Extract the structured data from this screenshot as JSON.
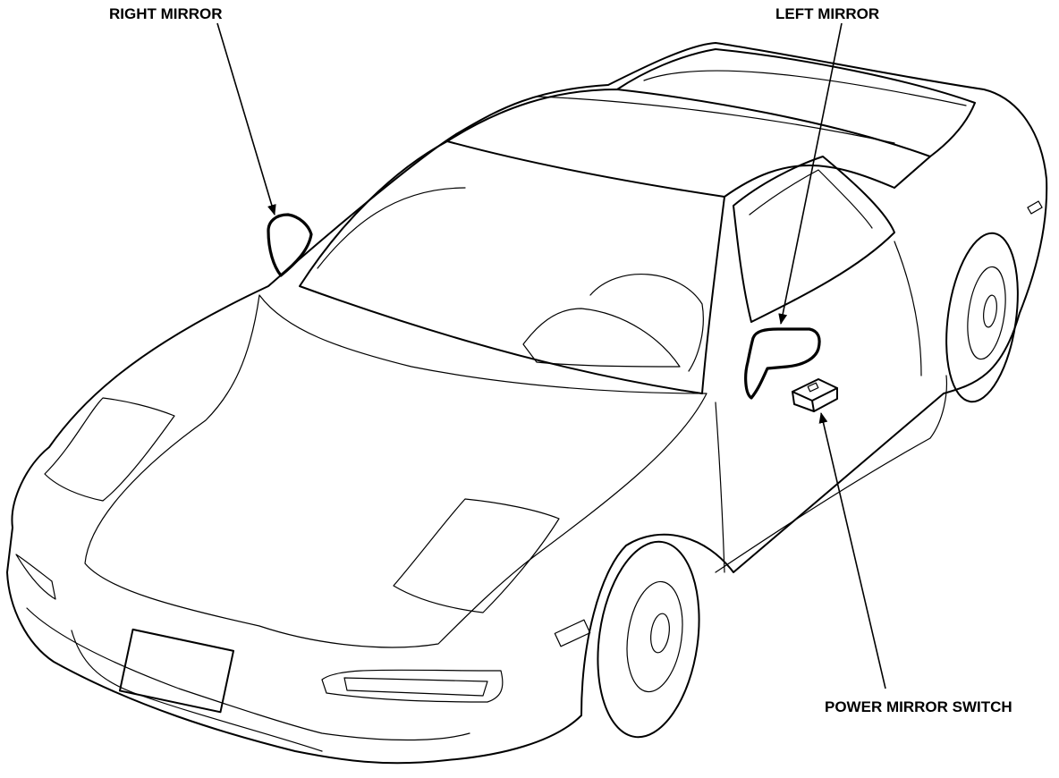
{
  "labels": {
    "right_mirror": "RIGHT MIRROR",
    "left_mirror": "LEFT MIRROR",
    "power_mirror_switch": "POWER MIRROR SWITCH"
  },
  "colors": {
    "line": "#000000",
    "background": "#ffffff"
  }
}
